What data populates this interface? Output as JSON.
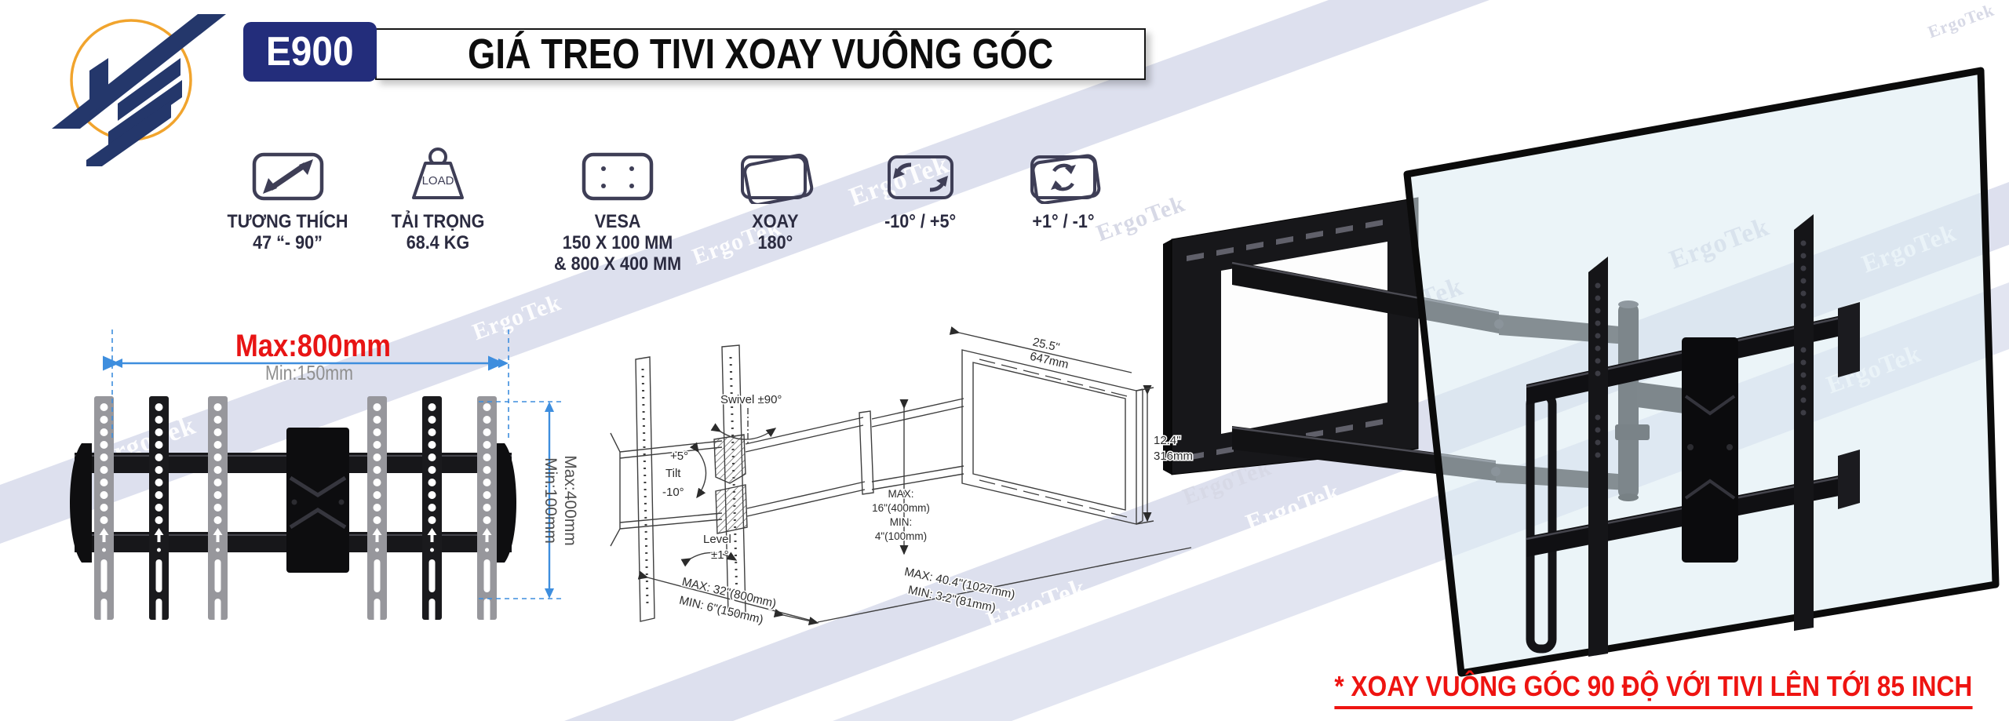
{
  "brand": {
    "watermark": "ErgoTek",
    "monogram": "TE"
  },
  "header": {
    "model": "E900",
    "title": "GIÁ TREO TIVI XOAY VUÔNG GÓC"
  },
  "specs": {
    "compat": {
      "line1": "TƯƠNG THÍCH",
      "line2": "47 “- 90”"
    },
    "load": {
      "icon_text": "LOAD",
      "line1": "TẢI TRỌNG",
      "line2": "68.4 KG"
    },
    "vesa": {
      "line1": "VESA",
      "line2": "150 X 100 MM",
      "line3": "& 800 X 400 MM"
    },
    "swivel": {
      "line1": "XOAY",
      "line2": "180°"
    },
    "tilt": {
      "line1": "-10° / +5°"
    },
    "rotate": {
      "line1": "+1° / -1°"
    }
  },
  "front_view": {
    "max_width": "Max:800mm",
    "min_width": "Min:150mm",
    "max_height": "Max:400mm",
    "min_height": "Min:100mm"
  },
  "tech_drawing": {
    "swivel": "Swivel ±90°",
    "tilt": [
      "+5°",
      "Tilt",
      "-10°"
    ],
    "level": [
      "Level",
      "±1°"
    ],
    "plate_width": [
      "25.5\"",
      "647mm"
    ],
    "plate_height": [
      "12.4\"",
      "316mm"
    ],
    "rail_height": [
      "MAX:",
      "16\"(400mm)",
      "MIN:",
      "4\"(100mm)"
    ],
    "rail_width": [
      "MAX: 32\"(800mm)",
      "MIN: 6\"(150mm)"
    ],
    "extension": [
      "MAX: 40.4\"(1027mm)",
      "MIN: 3.2\"(81mm)"
    ]
  },
  "footnote": {
    "text": "* XOAY VUÔNG GÓC 90 ĐỘ VỚI TIVI LÊN TỚI 85 INCH"
  },
  "colors": {
    "navy": "#232d7b",
    "logo_navy": "#24376b",
    "logo_gold": "#f1a42d",
    "icon_stroke": "#3e3e56",
    "dimension_blue": "#3e8ede",
    "red": "#ee1411",
    "ribbon": "#dde0ee",
    "rail_black": "#1a1a1d",
    "rail_gray": "#97979c"
  }
}
